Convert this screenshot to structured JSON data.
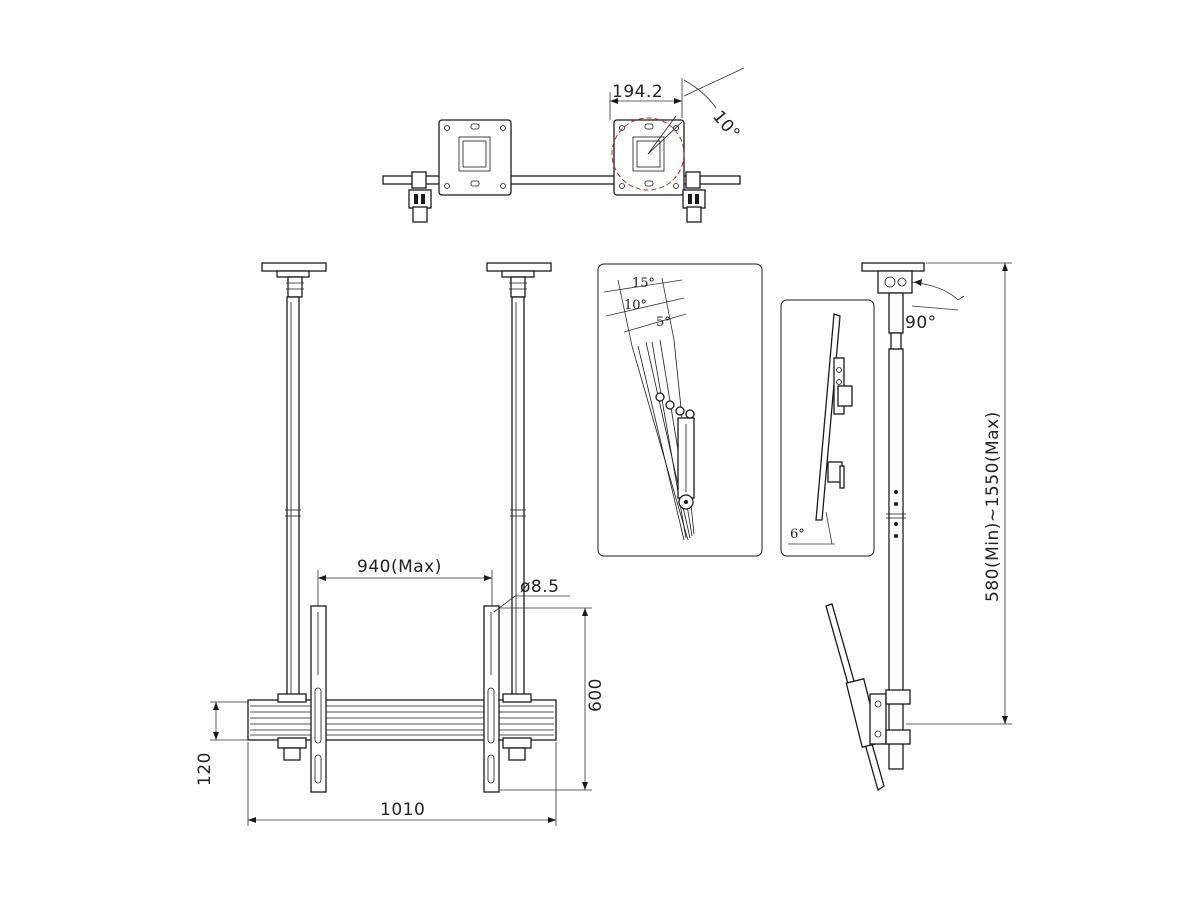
{
  "top_view": {
    "dim_width": "194.2",
    "dim_angle": "10°"
  },
  "front_view": {
    "dim_pole_spacing": "940(Max)",
    "dim_hole": "ø8.5",
    "dim_bracket_height": "600",
    "dim_rail_height": "120",
    "dim_rail_width": "1010"
  },
  "tilt_detail": {
    "angle_15": "15°",
    "angle_10": "10°",
    "angle_5": "5°"
  },
  "wall_detail": {
    "angle_6": "6°"
  },
  "side_view": {
    "dim_rotation": "90°",
    "dim_height_range": "580(Min)~1550(Max)"
  },
  "colors": {
    "line": "#1a1a1a",
    "highlight_circle": "#d42020"
  }
}
